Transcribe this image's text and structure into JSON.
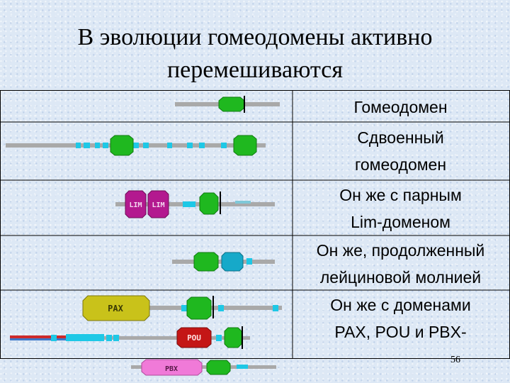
{
  "title": {
    "line1": "В эволюции гомеодомены активно",
    "line2": "перемешиваются"
  },
  "rows": [
    {
      "label_lines": [
        "Гомеодомен"
      ]
    },
    {
      "label_lines": [
        "Сдвоенный",
        "гомеодомен"
      ]
    },
    {
      "label_lines": [
        "Он же с парным",
        "Lim-доменом"
      ]
    },
    {
      "label_lines": [
        "Он же, продолженный",
        "лейциновой молнией"
      ]
    },
    {
      "label_lines": [
        "Он же с доменами",
        "PAX, POU и PBX-"
      ]
    }
  ],
  "domain_labels": {
    "lim": "LIM",
    "pax": "PAX",
    "pou": "POU",
    "pbx": "PBX"
  },
  "colors": {
    "homeodomain": "#1fb81f",
    "leucine_zipper": "#16a9c9",
    "lim": "#b3198f",
    "pax": "#c9c21a",
    "pou": "#c41616",
    "pbx": "#f07ad8",
    "linker": "#a9a9a9",
    "small_block": "#1ec8e6"
  },
  "page_number": "56"
}
